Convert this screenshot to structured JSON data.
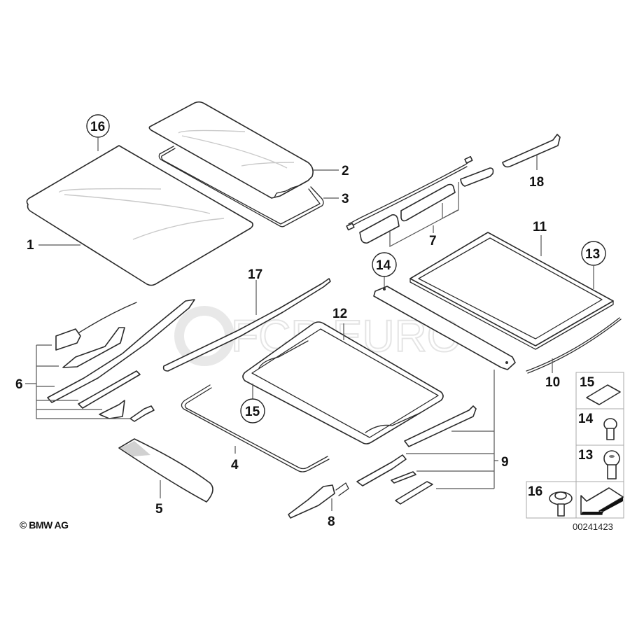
{
  "diagram": {
    "title": "Sunroof / Panorama roof exploded parts diagram",
    "watermark": "FCP EURO",
    "copyright": "© BMW AG",
    "diagram_id": "00241423",
    "callouts": [
      {
        "number": "1",
        "part": "glass-panel-rear",
        "circled": false
      },
      {
        "number": "2",
        "part": "glass-panel-front",
        "circled": false
      },
      {
        "number": "3",
        "part": "panel-seal",
        "circled": false
      },
      {
        "number": "4",
        "part": "frame-seal",
        "circled": false
      },
      {
        "number": "5",
        "part": "wind-deflector",
        "circled": false
      },
      {
        "number": "6",
        "part": "mechanism-set-left",
        "circled": false
      },
      {
        "number": "7",
        "part": "guide-rail-set",
        "circled": false
      },
      {
        "number": "8",
        "part": "drive-unit",
        "circled": false
      },
      {
        "number": "9",
        "part": "mechanism-set-right",
        "circled": false
      },
      {
        "number": "10",
        "part": "cable",
        "circled": false
      },
      {
        "number": "11",
        "part": "roller-blind-frame",
        "circled": false
      },
      {
        "number": "12",
        "part": "sunroof-frame",
        "circled": false
      },
      {
        "number": "13",
        "part": "screw",
        "circled": true
      },
      {
        "number": "14",
        "part": "screw",
        "circled": true
      },
      {
        "number": "15",
        "part": "pad",
        "circled": true
      },
      {
        "number": "16",
        "part": "bolt",
        "circled": true
      },
      {
        "number": "17",
        "part": "guide-rail",
        "circled": false
      },
      {
        "number": "18",
        "part": "bracket",
        "circled": false
      }
    ],
    "legend": [
      {
        "number": "15",
        "icon": "pad-icon"
      },
      {
        "number": "14",
        "icon": "screw-small-icon"
      },
      {
        "number": "13",
        "icon": "screw-large-icon"
      },
      {
        "number": "16",
        "icon": "flange-bolt-icon"
      },
      {
        "number": "",
        "icon": "direction-arrow-icon"
      }
    ]
  }
}
